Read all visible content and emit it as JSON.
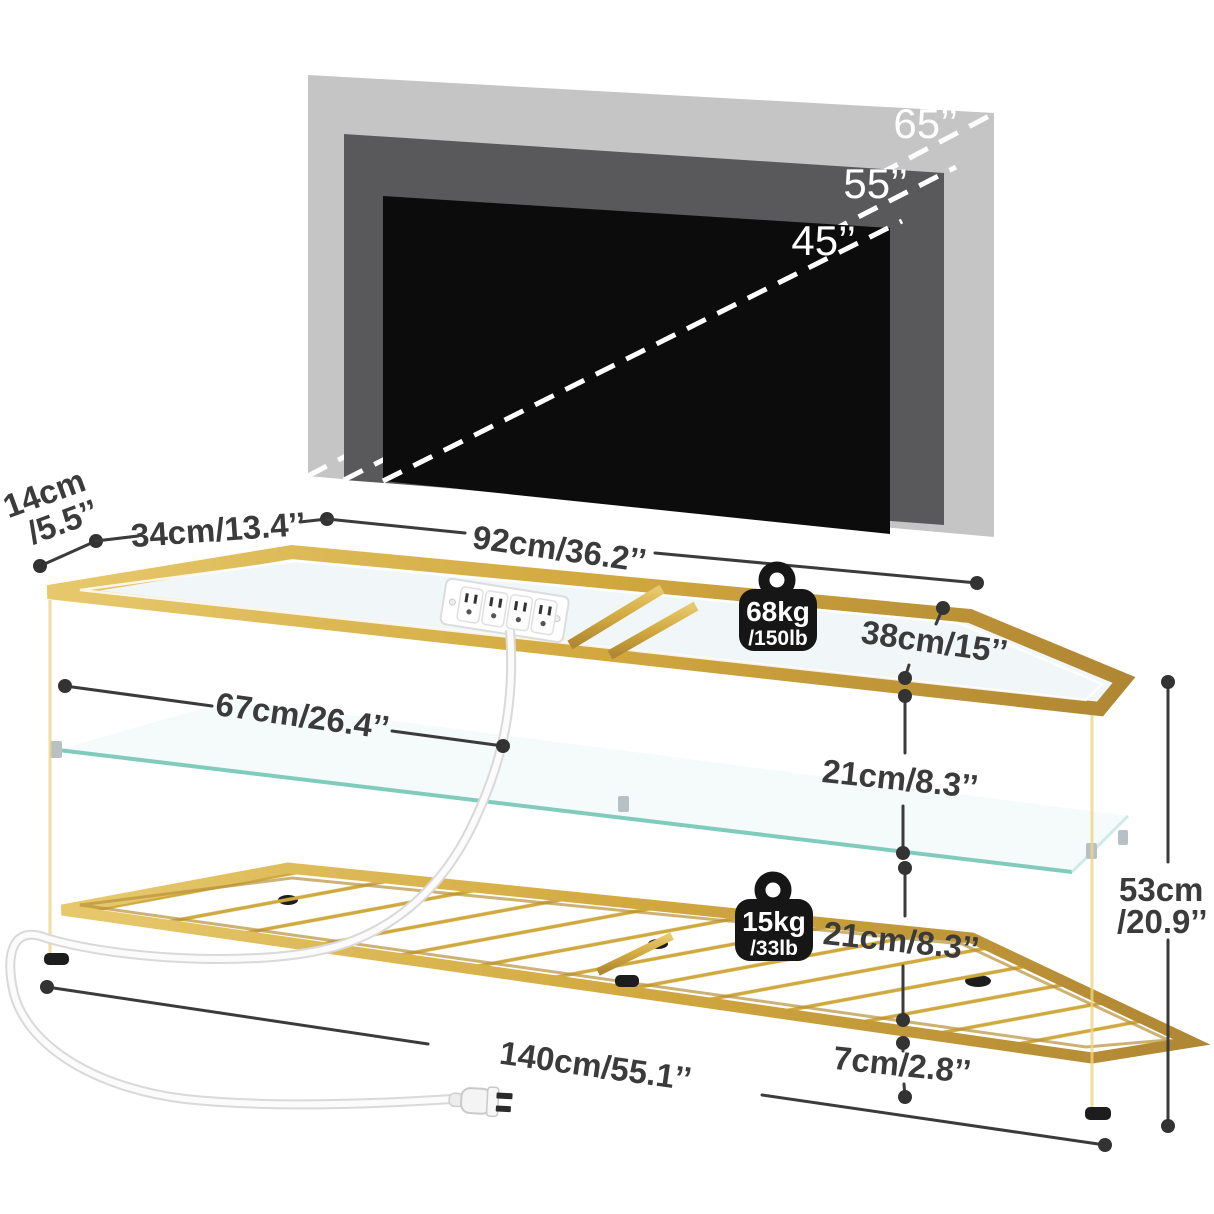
{
  "tv_sizes": {
    "s65": "65’’",
    "s55": "55’’",
    "s45": "45’’"
  },
  "dimensions": {
    "back_depth_l1": "14cm",
    "back_depth_l2": "/5.5’’",
    "left_top_width": "34cm/13.4’’",
    "main_top_width": "92cm/36.2’’",
    "top_depth": "38cm/15’’",
    "shelf_width": "67cm/26.4’’",
    "upper_gap": "21cm/8.3’’",
    "lower_gap": "21cm/8.3’’",
    "floor_clearance": "7cm/2.8’’",
    "height_l1": "53cm",
    "height_l2": "/20.9’’",
    "total_width": "140cm/55.1’’"
  },
  "weight_capacity": {
    "top_l1": "68kg",
    "top_l2": "/150lb",
    "shelf_l1": "15kg",
    "shelf_l2": "/33lb"
  },
  "colors": {
    "tv_65": "#c5c5c5",
    "tv_55": "#59595b",
    "tv_45": "#0c0c0c",
    "gold": "#d2a93f",
    "gold_light": "#e7c96d",
    "gold_dark": "#b08733",
    "glass_edge_teal": "#7fccbd",
    "dimension_line": "#3b3b3b",
    "badge_black": "#161616",
    "cable_white": "#fbfbfb"
  }
}
